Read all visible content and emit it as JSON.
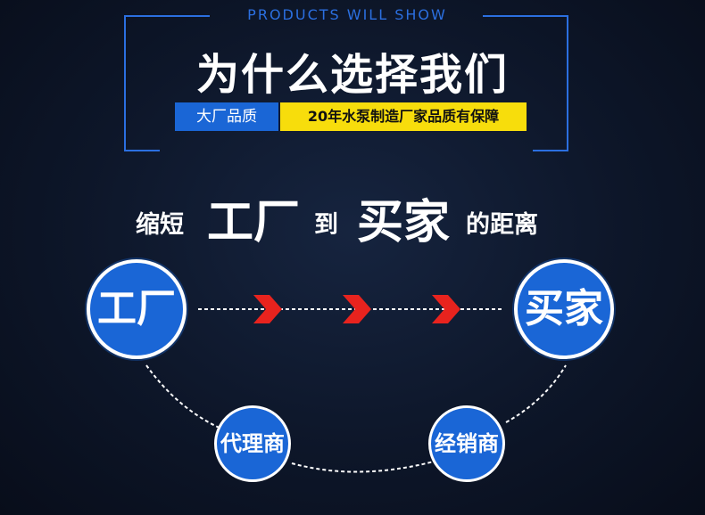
{
  "header": {
    "eyebrow": "PRODUCTS WILL SHOW",
    "title": "为什么选择我们",
    "badge_blue": "大厂品质",
    "badge_yellow": "20年水泵制造厂家品质有保障"
  },
  "headline": {
    "part1": "缩短",
    "part2": "工厂",
    "part3": "到",
    "part4": "买家",
    "part5": "的距离"
  },
  "nodes": {
    "factory": "工厂",
    "buyer": "买家",
    "agent": "代理商",
    "distributor": "经销商"
  },
  "colors": {
    "accent_blue": "#1a66d6",
    "frame_blue": "#2b6fe0",
    "highlight_yellow": "#f7dd0c",
    "arrow_red": "#e8231e"
  },
  "icons": [
    "chevron-right-icon",
    "chevron-right-icon",
    "chevron-right-icon"
  ]
}
